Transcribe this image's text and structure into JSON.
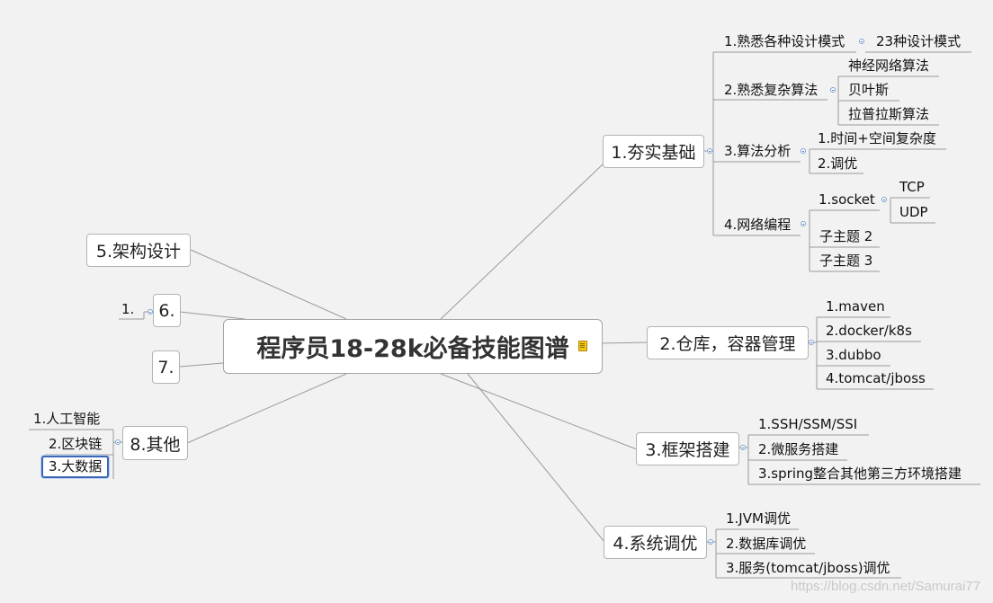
{
  "root": {
    "label": "程序员18-28k必备技能图谱"
  },
  "branches": {
    "b1": {
      "label": "1.夯实基础"
    },
    "b1_1": {
      "label": "1.熟悉各种设计模式"
    },
    "b1_1_1": {
      "label": "23种设计模式"
    },
    "b1_2": {
      "label": "2.熟悉复杂算法"
    },
    "b1_2_1": {
      "label": "神经网络算法"
    },
    "b1_2_2": {
      "label": "贝叶斯"
    },
    "b1_2_3": {
      "label": "拉普拉斯算法"
    },
    "b1_3": {
      "label": "3.算法分析"
    },
    "b1_3_1": {
      "label": "1.时间+空间复杂度"
    },
    "b1_3_2": {
      "label": "2.调优"
    },
    "b1_4": {
      "label": "4.网络编程"
    },
    "b1_4_1": {
      "label": "1.socket"
    },
    "b1_4_1_1": {
      "label": "TCP"
    },
    "b1_4_1_2": {
      "label": "UDP"
    },
    "b1_4_2": {
      "label": "子主题 2"
    },
    "b1_4_3": {
      "label": "子主题 3"
    },
    "b2": {
      "label": "2.仓库，容器管理"
    },
    "b2_1": {
      "label": "1.maven"
    },
    "b2_2": {
      "label": "2.docker/k8s"
    },
    "b2_3": {
      "label": "3.dubbo"
    },
    "b2_4": {
      "label": "4.tomcat/jboss"
    },
    "b3": {
      "label": "3.框架搭建"
    },
    "b3_1": {
      "label": "1.SSH/SSM/SSI"
    },
    "b3_2": {
      "label": "2.微服务搭建"
    },
    "b3_3": {
      "label": "3.spring整合其他第三方环境搭建"
    },
    "b4": {
      "label": "4.系统调优"
    },
    "b4_1": {
      "label": "1.JVM调优"
    },
    "b4_2": {
      "label": "2.数据库调优"
    },
    "b4_3": {
      "label": "3.服务(tomcat/jboss)调优"
    },
    "b5": {
      "label": "5.架构设计"
    },
    "b6": {
      "label": "6."
    },
    "b6_1": {
      "label": "1."
    },
    "b7": {
      "label": "7."
    },
    "b8": {
      "label": "8.其他"
    },
    "b8_1": {
      "label": "1.人工智能"
    },
    "b8_2": {
      "label": "2.区块链"
    },
    "b8_3": {
      "label": "3.大数据"
    }
  },
  "watermark": "https://blog.csdn.net/Samurai77",
  "colors": {
    "background": "#f2f2f2",
    "line": "#9a9a9a",
    "selection": "#3e66b8",
    "note": "#f2c518"
  },
  "icons": {
    "note": "note-icon",
    "collapse": "collapse-toggle-icon"
  }
}
